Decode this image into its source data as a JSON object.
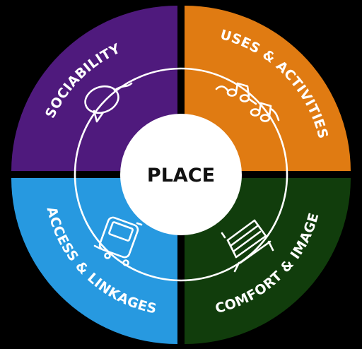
{
  "diagram": {
    "center": {
      "label": "PLACE",
      "color": "#ffffff",
      "text_color": "#111111"
    },
    "quadrants": [
      {
        "id": "sociability",
        "label": "SOCIABILITY",
        "color": "#4f1a7d",
        "icon": "speech-bubble-icon"
      },
      {
        "id": "uses-activities",
        "label": "USES & ACTIVITIES",
        "color": "#e07b12",
        "icon": "music-notes-icon"
      },
      {
        "id": "access-linkages",
        "label": "ACCESS & LINKAGES",
        "color": "#2799e0",
        "icon": "bus-icon"
      },
      {
        "id": "comfort-image",
        "label": "COMFORT & IMAGE",
        "color": "#113d0c",
        "icon": "bench-icon"
      }
    ],
    "line_color": "#ffffff",
    "background": "#000000"
  }
}
